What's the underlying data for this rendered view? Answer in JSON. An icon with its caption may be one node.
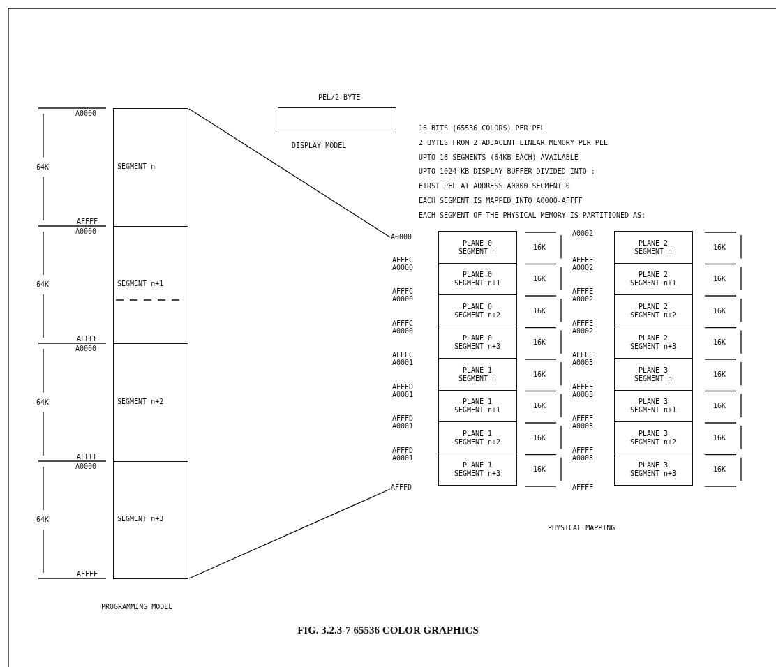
{
  "diagram": {
    "caption": "FIG. 3.2.3-7 65536 COLOR GRAPHICS",
    "nodes": [
      {
        "text": [
          "SEGMENT n"
        ]
      },
      {
        "text": [
          "SEGMENT n+1"
        ]
      },
      {
        "text": [
          "SEGMENT n+2"
        ]
      },
      {
        "text": [
          "SEGMENT n+3"
        ]
      },
      {
        "text": [
          "PEL/2-BYTE"
        ],
        "beside": [
          "DISPLAY MODEL"
        ]
      },
      {
        "text": [
          "A0000"
        ]
      },
      {
        "text": [
          "PLANE 0",
          "SEGMENT n"
        ]
      },
      {
        "text": [
          "PLANE 0",
          "SEGMENT n+1"
        ]
      },
      {
        "text": [
          "PLANE 0",
          "SEGMENT n+2"
        ]
      },
      {
        "text": [
          "PLANE 0",
          "SEGMENT n+3"
        ]
      },
      {
        "text": [
          "PLANE 1",
          "SEGMENT n"
        ]
      },
      {
        "text": [
          "PLANE 1",
          "SEGMENT n+1"
        ]
      },
      {
        "text": [
          "PLANE 1",
          "SEGMENT n+2"
        ]
      },
      {
        "text": [
          "PLANE 1",
          "SEGMENT n+3"
        ]
      },
      {
        "text": [
          "PLANE 2",
          "SEGMENT n"
        ]
      },
      {
        "text": [
          "PLANE 2",
          "SEGMENT n+1"
        ]
      },
      {
        "text": [
          "PLANE 2",
          "SEGMENT n+2"
        ]
      },
      {
        "text": [
          "PLANE 2",
          "SEGMENT n+3"
        ]
      },
      {
        "text": [
          "PLANE 3",
          "SEGMENT n"
        ]
      },
      {
        "text": [
          "PLANE 3",
          "SEGMENT n+1"
        ]
      },
      {
        "text": [
          "PLANE 3",
          "SEGMENT n+2"
        ]
      },
      {
        "text": [
          "PLANE 3",
          "SEGMENT n+3"
        ]
      },
      {
        "text": [
          "AFFFD"
        ]
      }
    ],
    "edges": [
      {
        "from": 0,
        "to": 5,
        "arrow": "none"
      },
      {
        "from": 3,
        "to": 22,
        "arrow": "none"
      }
    ],
    "labels": [
      "A0000",
      "64K",
      "AFFFF",
      "A0000",
      "64K",
      "AFFFF",
      "A0000",
      "64K",
      "AFFFF",
      "A0000",
      "64K",
      "AFFFF",
      "16 BITS (65536 COLORS) PER PEL",
      "2 BYTES FROM 2 ADJACENT LINEAR MEMORY PER PEL",
      "UPTO 16 SEGMENTS (64KB EACH) AVAILABLE",
      "UPTO 1024 KB DISPLAY BUFFER DIVIDED INTO :",
      "FIRST PEL AT ADDRESS A0000 SEGMENT 0",
      "EACH SEGMENT IS MAPPED INTO A0000-AFFFF",
      "EACH SEGMENT OF THE PHYSICAL MEMORY IS PARTITIONED AS:",
      "AFFFC",
      "A0000",
      "AFFFC",
      "A0000",
      "AFFFC",
      "A0000",
      "AFFFC",
      "A0001",
      "AFFFD",
      "A0001",
      "AFFFD",
      "A0001",
      "AFFFD",
      "A0001",
      "16K",
      "16K",
      "16K",
      "16K",
      "16K",
      "16K",
      "16K",
      "16K",
      "A0002",
      "AFFFE",
      "A0002",
      "AFFFE",
      "A0002",
      "AFFFE",
      "A0002",
      "AFFFE",
      "A0003",
      "AFFFF",
      "A0003",
      "AFFFF",
      "A0003",
      "AFFFF",
      "A0003",
      "AFFFF",
      "16K",
      "16K",
      "16K",
      "16K",
      "16K",
      "16K",
      "16K",
      "16K",
      "PHYSICAL MAPPING",
      "PROGRAMMING MODEL"
    ]
  }
}
